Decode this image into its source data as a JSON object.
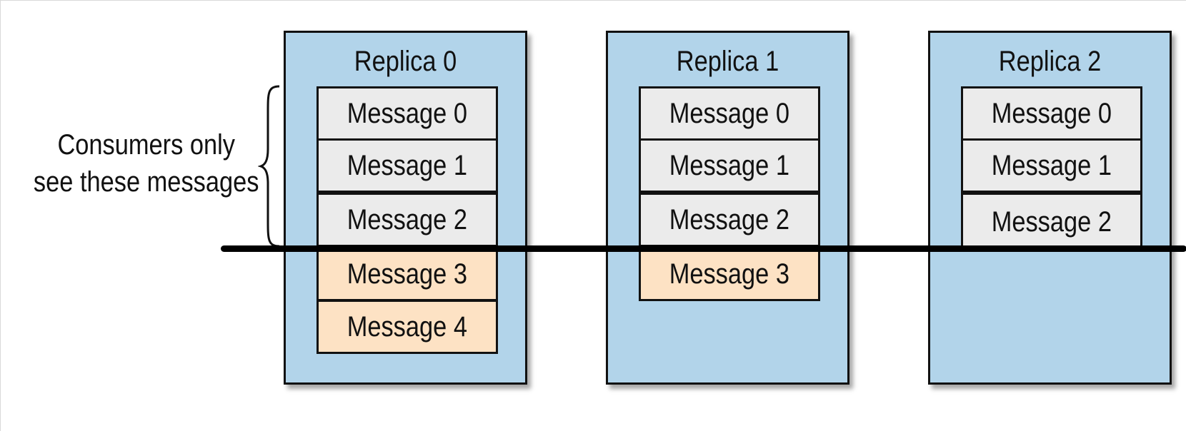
{
  "caption": {
    "line1": "Consumers only",
    "line2": "see these messages"
  },
  "replicas": [
    {
      "title": "Replica 0",
      "messages": [
        {
          "label": "Message 0",
          "state": "committed"
        },
        {
          "label": "Message 1",
          "state": "committed"
        },
        {
          "label": "Message 2",
          "state": "committed"
        },
        {
          "label": "Message 3",
          "state": "uncommitted"
        },
        {
          "label": "Message 4",
          "state": "uncommitted"
        }
      ]
    },
    {
      "title": "Replica 1",
      "messages": [
        {
          "label": "Message 0",
          "state": "committed"
        },
        {
          "label": "Message 1",
          "state": "committed"
        },
        {
          "label": "Message 2",
          "state": "committed"
        },
        {
          "label": "Message 3",
          "state": "uncommitted"
        }
      ]
    },
    {
      "title": "Replica 2",
      "messages": [
        {
          "label": "Message 0",
          "state": "committed"
        },
        {
          "label": "Message 1",
          "state": "committed"
        },
        {
          "label": "Message 2",
          "state": "committed"
        }
      ]
    }
  ],
  "colors": {
    "replica_fill": "#b2d4ea",
    "committed_fill": "#ebebeb",
    "uncommitted_fill": "#fde2c4",
    "outline": "#111111"
  }
}
